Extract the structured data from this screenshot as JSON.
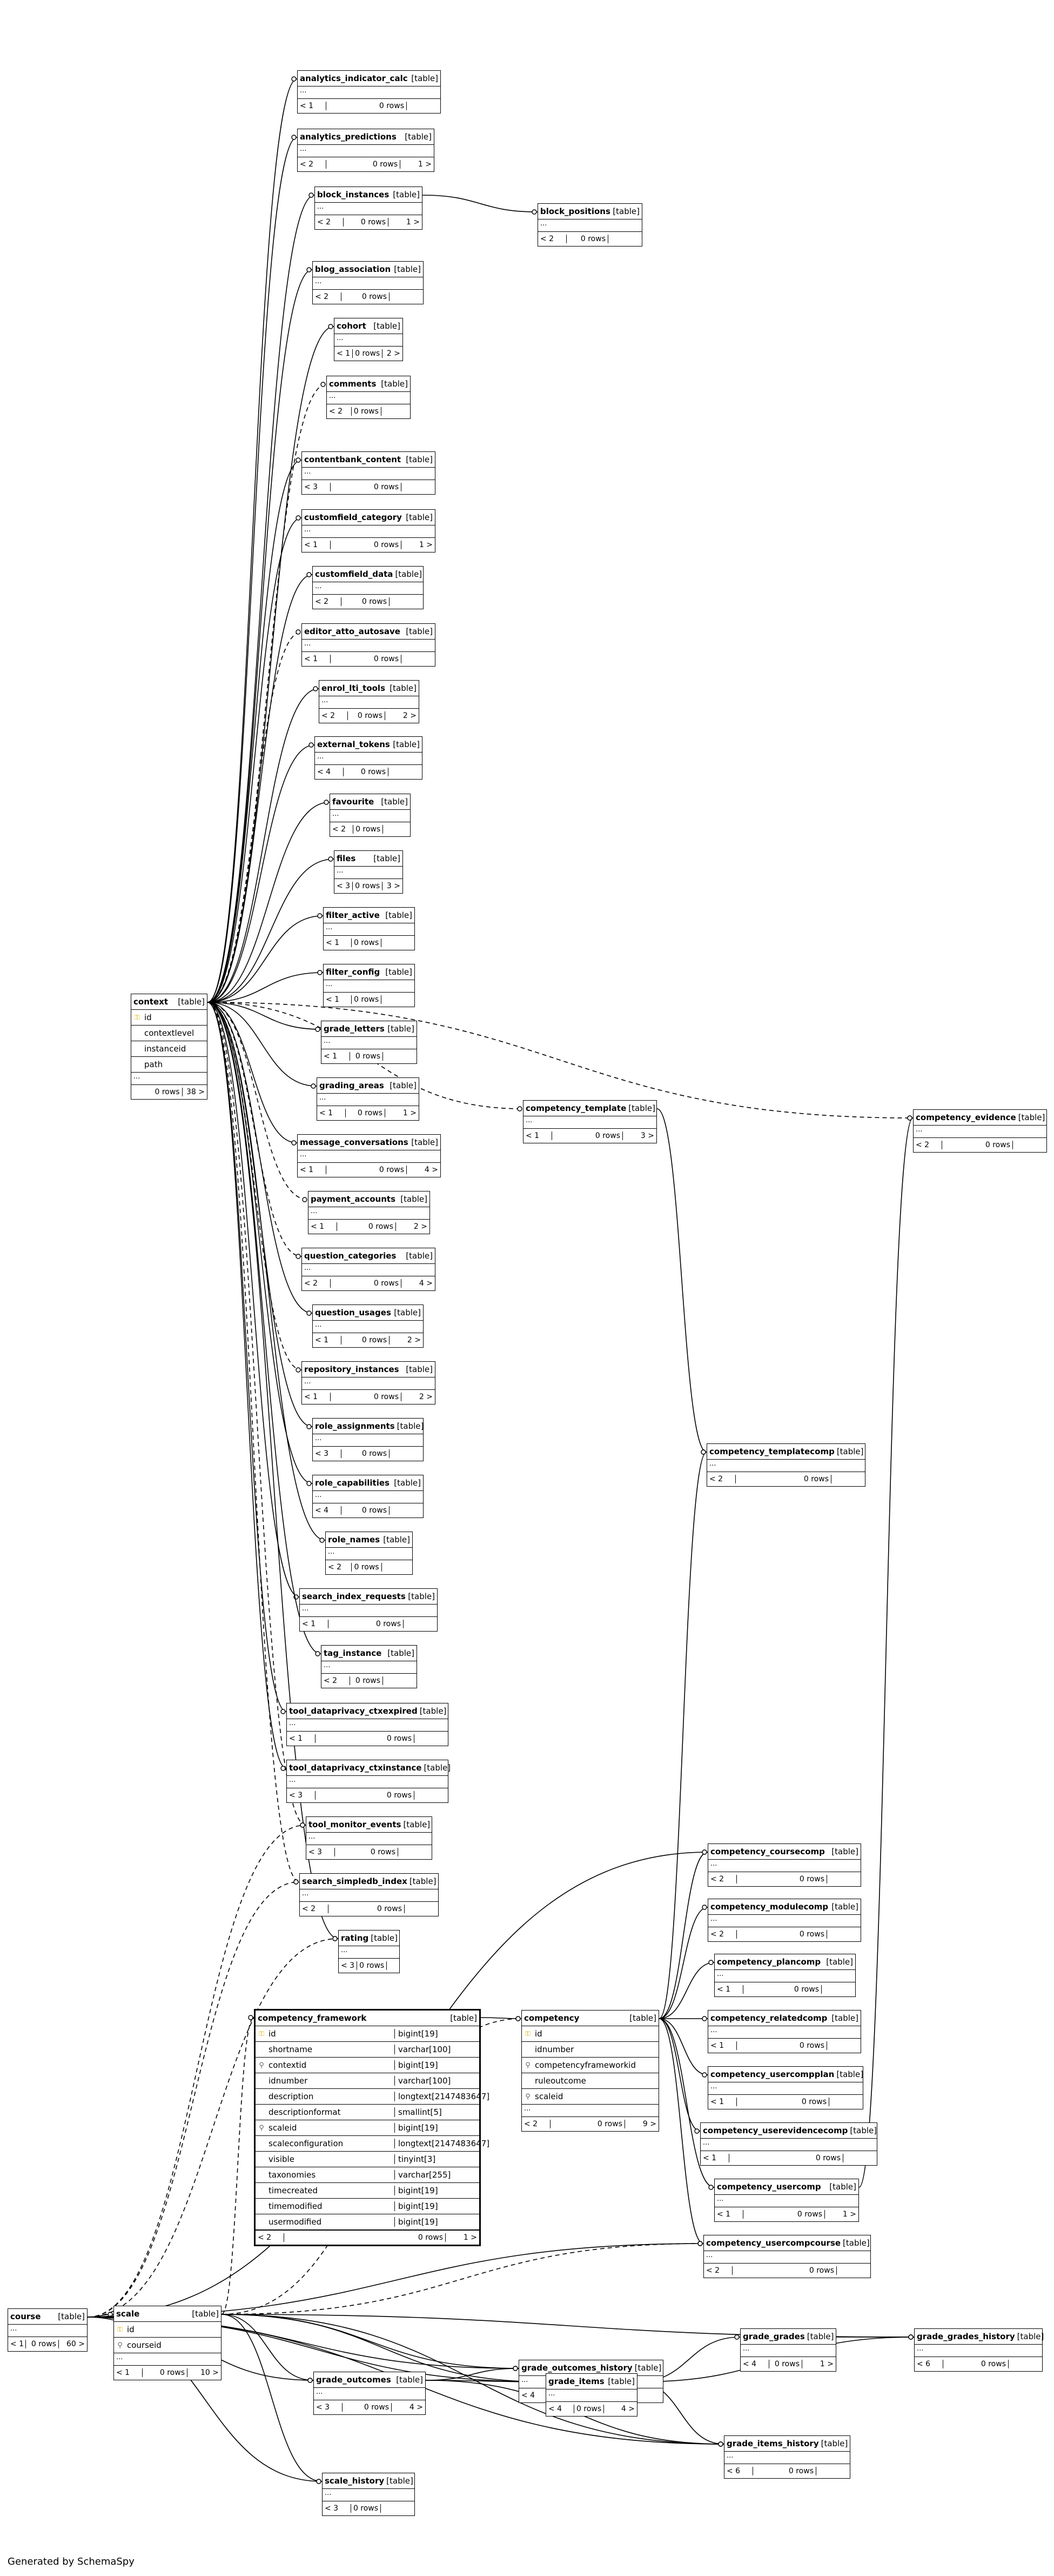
{
  "footer": "Generated by SchemaSpy",
  "labels": {
    "kind": "[table]",
    "ellipsis": "...",
    "rows_suffix": "0 rows"
  },
  "tables": [
    {
      "id": "analytics_indicator_calc",
      "name": "analytics_indicator_calc",
      "parents": "< 1",
      "rows": "0 rows",
      "children": ""
    },
    {
      "id": "analytics_predictions",
      "name": "analytics_predictions",
      "parents": "< 2",
      "rows": "0 rows",
      "children": "1 >"
    },
    {
      "id": "block_instances",
      "name": "block_instances",
      "parents": "< 2",
      "rows": "0 rows",
      "children": "1 >"
    },
    {
      "id": "block_positions",
      "name": "block_positions",
      "parents": "< 2",
      "rows": "0 rows",
      "children": ""
    },
    {
      "id": "blog_association",
      "name": "blog_association",
      "parents": "< 2",
      "rows": "0 rows",
      "children": ""
    },
    {
      "id": "cohort",
      "name": "cohort",
      "parents": "< 1",
      "rows": "0 rows",
      "children": "2 >"
    },
    {
      "id": "comments",
      "name": "comments",
      "parents": "< 2",
      "rows": "0 rows",
      "children": ""
    },
    {
      "id": "contentbank_content",
      "name": "contentbank_content",
      "parents": "< 3",
      "rows": "0 rows",
      "children": ""
    },
    {
      "id": "customfield_category",
      "name": "customfield_category",
      "parents": "< 1",
      "rows": "0 rows",
      "children": "1 >"
    },
    {
      "id": "customfield_data",
      "name": "customfield_data",
      "parents": "< 2",
      "rows": "0 rows",
      "children": ""
    },
    {
      "id": "editor_atto_autosave",
      "name": "editor_atto_autosave",
      "parents": "< 1",
      "rows": "0 rows",
      "children": ""
    },
    {
      "id": "enrol_lti_tools",
      "name": "enrol_lti_tools",
      "parents": "< 2",
      "rows": "0 rows",
      "children": "2 >"
    },
    {
      "id": "external_tokens",
      "name": "external_tokens",
      "parents": "< 4",
      "rows": "0 rows",
      "children": ""
    },
    {
      "id": "favourite",
      "name": "favourite",
      "parents": "< 2",
      "rows": "0 rows",
      "children": ""
    },
    {
      "id": "files",
      "name": "files",
      "parents": "< 3",
      "rows": "0 rows",
      "children": "3 >"
    },
    {
      "id": "filter_active",
      "name": "filter_active",
      "parents": "< 1",
      "rows": "0 rows",
      "children": ""
    },
    {
      "id": "filter_config",
      "name": "filter_config",
      "parents": "< 1",
      "rows": "0 rows",
      "children": ""
    },
    {
      "id": "grade_letters",
      "name": "grade_letters",
      "parents": "< 1",
      "rows": "0 rows",
      "children": ""
    },
    {
      "id": "grading_areas",
      "name": "grading_areas",
      "parents": "< 1",
      "rows": "0 rows",
      "children": "1 >"
    },
    {
      "id": "message_conversations",
      "name": "message_conversations",
      "parents": "< 1",
      "rows": "0 rows",
      "children": "4 >"
    },
    {
      "id": "payment_accounts",
      "name": "payment_accounts",
      "parents": "< 1",
      "rows": "0 rows",
      "children": "2 >"
    },
    {
      "id": "question_categories",
      "name": "question_categories",
      "parents": "< 2",
      "rows": "0 rows",
      "children": "4 >"
    },
    {
      "id": "question_usages",
      "name": "question_usages",
      "parents": "< 1",
      "rows": "0 rows",
      "children": "2 >"
    },
    {
      "id": "repository_instances",
      "name": "repository_instances",
      "parents": "< 1",
      "rows": "0 rows",
      "children": "2 >"
    },
    {
      "id": "role_assignments",
      "name": "role_assignments",
      "parents": "< 3",
      "rows": "0 rows",
      "children": ""
    },
    {
      "id": "role_capabilities",
      "name": "role_capabilities",
      "parents": "< 4",
      "rows": "0 rows",
      "children": ""
    },
    {
      "id": "role_names",
      "name": "role_names",
      "parents": "< 2",
      "rows": "0 rows",
      "children": ""
    },
    {
      "id": "search_index_requests",
      "name": "search_index_requests",
      "parents": "< 1",
      "rows": "0 rows",
      "children": ""
    },
    {
      "id": "tag_instance",
      "name": "tag_instance",
      "parents": "< 2",
      "rows": "0 rows",
      "children": ""
    },
    {
      "id": "tool_dataprivacy_ctxexpired",
      "name": "tool_dataprivacy_ctxexpired",
      "parents": "< 1",
      "rows": "0 rows",
      "children": ""
    },
    {
      "id": "tool_dataprivacy_ctxinstance",
      "name": "tool_dataprivacy_ctxinstance",
      "parents": "< 3",
      "rows": "0 rows",
      "children": ""
    },
    {
      "id": "tool_monitor_events",
      "name": "tool_monitor_events",
      "parents": "< 3",
      "rows": "0 rows",
      "children": ""
    },
    {
      "id": "search_simpledb_index",
      "name": "search_simpledb_index",
      "parents": "< 2",
      "rows": "0 rows",
      "children": ""
    },
    {
      "id": "rating",
      "name": "rating",
      "parents": "< 3",
      "rows": "0 rows",
      "children": ""
    },
    {
      "id": "competency_template",
      "name": "competency_template",
      "parents": "< 1",
      "rows": "0 rows",
      "children": "3 >"
    },
    {
      "id": "competency_evidence",
      "name": "competency_evidence",
      "parents": "< 2",
      "rows": "0 rows",
      "children": ""
    },
    {
      "id": "competency_templatecomp",
      "name": "competency_templatecomp",
      "parents": "< 2",
      "rows": "0 rows",
      "children": ""
    },
    {
      "id": "competency_coursecomp",
      "name": "competency_coursecomp",
      "parents": "< 2",
      "rows": "0 rows",
      "children": ""
    },
    {
      "id": "competency_modulecomp",
      "name": "competency_modulecomp",
      "parents": "< 2",
      "rows": "0 rows",
      "children": ""
    },
    {
      "id": "competency_plancomp",
      "name": "competency_plancomp",
      "parents": "< 1",
      "rows": "0 rows",
      "children": ""
    },
    {
      "id": "competency_relatedcomp",
      "name": "competency_relatedcomp",
      "parents": "< 1",
      "rows": "0 rows",
      "children": ""
    },
    {
      "id": "competency_usercompplan",
      "name": "competency_usercompplan",
      "parents": "< 1",
      "rows": "0 rows",
      "children": ""
    },
    {
      "id": "competency_userevidencecomp",
      "name": "competency_userevidencecomp",
      "parents": "< 1",
      "rows": "0 rows",
      "children": ""
    },
    {
      "id": "competency_usercomp",
      "name": "competency_usercomp",
      "parents": "< 1",
      "rows": "0 rows",
      "children": "1 >"
    },
    {
      "id": "competency_usercompcourse",
      "name": "competency_usercompcourse",
      "parents": "< 2",
      "rows": "0 rows",
      "children": ""
    },
    {
      "id": "grade_outcomes_history",
      "name": "grade_outcomes_history",
      "parents": "< 4",
      "rows": "0 rows",
      "children": ""
    },
    {
      "id": "grade_outcomes",
      "name": "grade_outcomes",
      "parents": "< 3",
      "rows": "0 rows",
      "children": "4 >"
    },
    {
      "id": "grade_items",
      "name": "grade_items",
      "parents": "< 4",
      "rows": "0 rows",
      "children": "4 >"
    },
    {
      "id": "grade_grades",
      "name": "grade_grades",
      "parents": "< 4",
      "rows": "0 rows",
      "children": "1 >"
    },
    {
      "id": "grade_grades_history",
      "name": "grade_grades_history",
      "parents": "< 6",
      "rows": "0 rows",
      "children": ""
    },
    {
      "id": "grade_items_history",
      "name": "grade_items_history",
      "parents": "< 6",
      "rows": "0 rows",
      "children": ""
    },
    {
      "id": "scale_history",
      "name": "scale_history",
      "parents": "< 3",
      "rows": "0 rows",
      "children": ""
    }
  ],
  "detailed": {
    "context": {
      "name": "context",
      "parents": "",
      "rows": "0 rows",
      "children": "38 >",
      "columns": [
        {
          "n": "id",
          "k": "pk"
        },
        {
          "n": "contextlevel",
          "k": ""
        },
        {
          "n": "instanceid",
          "k": ""
        },
        {
          "n": "path",
          "k": ""
        }
      ]
    },
    "course": {
      "name": "course",
      "parents": "< 1",
      "rows": "0 rows",
      "children": "60 >",
      "columns": []
    },
    "scale": {
      "name": "scale",
      "parents": "< 1",
      "rows": "0 rows",
      "children": "10 >",
      "columns": [
        {
          "n": "id",
          "k": "pk"
        },
        {
          "n": "courseid",
          "k": "fk"
        }
      ]
    },
    "competency": {
      "name": "competency",
      "parents": "< 2",
      "rows": "0 rows",
      "children": "9 >",
      "columns": [
        {
          "n": "id",
          "k": "pk"
        },
        {
          "n": "idnumber",
          "k": ""
        },
        {
          "n": "competencyframeworkid",
          "k": "fk"
        },
        {
          "n": "ruleoutcome",
          "k": ""
        },
        {
          "n": "scaleid",
          "k": "fk"
        }
      ]
    },
    "competency_framework": {
      "name": "competency_framework",
      "parents": "< 2",
      "rows": "0 rows",
      "children": "1 >",
      "columns": [
        {
          "n": "id",
          "t": "bigint[19]",
          "k": "pk"
        },
        {
          "n": "shortname",
          "t": "varchar[100]",
          "k": ""
        },
        {
          "n": "contextid",
          "t": "bigint[19]",
          "k": "fk"
        },
        {
          "n": "idnumber",
          "t": "varchar[100]",
          "k": ""
        },
        {
          "n": "description",
          "t": "longtext[2147483647]",
          "k": ""
        },
        {
          "n": "descriptionformat",
          "t": "smallint[5]",
          "k": ""
        },
        {
          "n": "scaleid",
          "t": "bigint[19]",
          "k": "fk"
        },
        {
          "n": "scaleconfiguration",
          "t": "longtext[2147483647]",
          "k": ""
        },
        {
          "n": "visible",
          "t": "tinyint[3]",
          "k": ""
        },
        {
          "n": "taxonomies",
          "t": "varchar[255]",
          "k": ""
        },
        {
          "n": "timecreated",
          "t": "bigint[19]",
          "k": ""
        },
        {
          "n": "timemodified",
          "t": "bigint[19]",
          "k": ""
        },
        {
          "n": "usermodified",
          "t": "bigint[19]",
          "k": ""
        }
      ]
    }
  },
  "icons": {
    "pk": "key-icon",
    "fk": "foreign-key-icon"
  },
  "colors": {
    "line": "#000000",
    "background": "#ffffff",
    "key": "#d9b000"
  }
}
